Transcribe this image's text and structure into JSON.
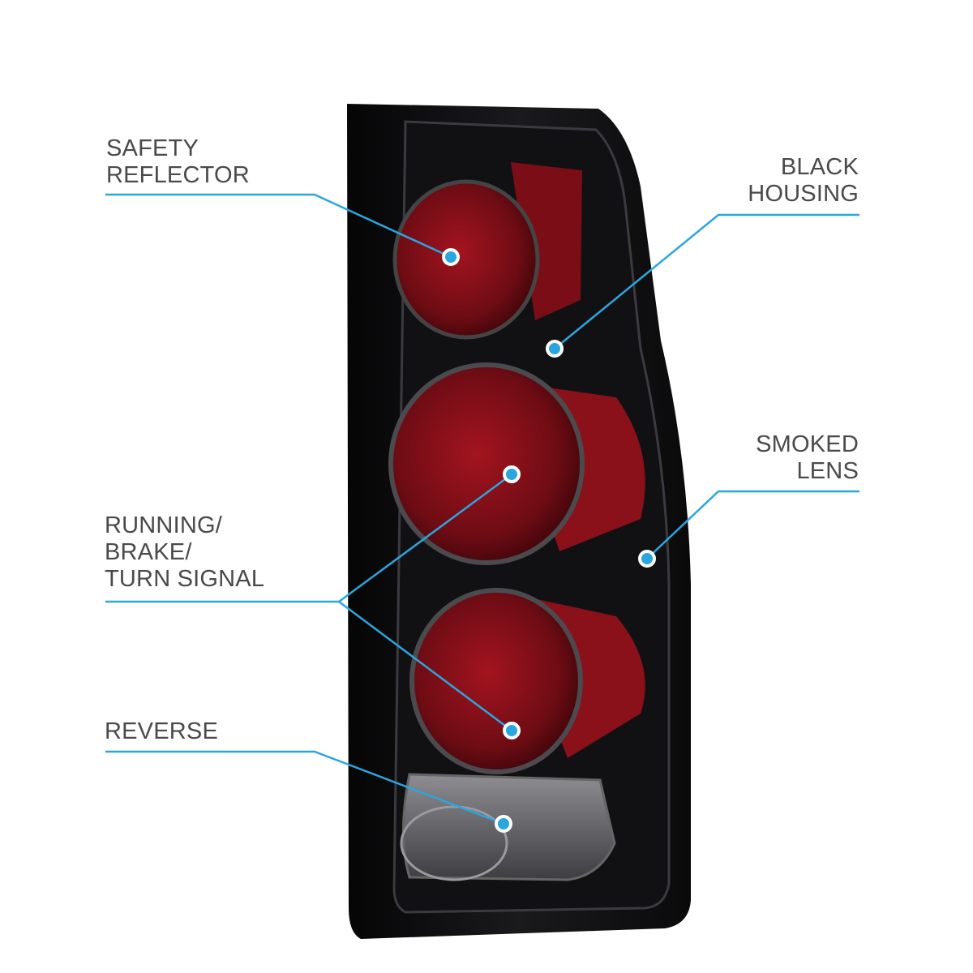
{
  "callouts": {
    "safety_reflector": {
      "lines": [
        "SAFETY",
        "REFLECTOR"
      ]
    },
    "black_housing": {
      "lines": [
        "BLACK",
        "HOUSING"
      ]
    },
    "smoked_lens": {
      "lines": [
        "SMOKED",
        "LENS"
      ]
    },
    "running_brake_turn": {
      "lines": [
        "RUNNING/",
        "BRAKE/",
        "TURN SIGNAL"
      ]
    },
    "reverse": {
      "lines": [
        "REVERSE"
      ]
    }
  },
  "colors": {
    "callout_line": "#2aa6df",
    "text": "#4a4a4a",
    "housing": "#0c0c0e",
    "lens_red": "#7a0f18"
  }
}
